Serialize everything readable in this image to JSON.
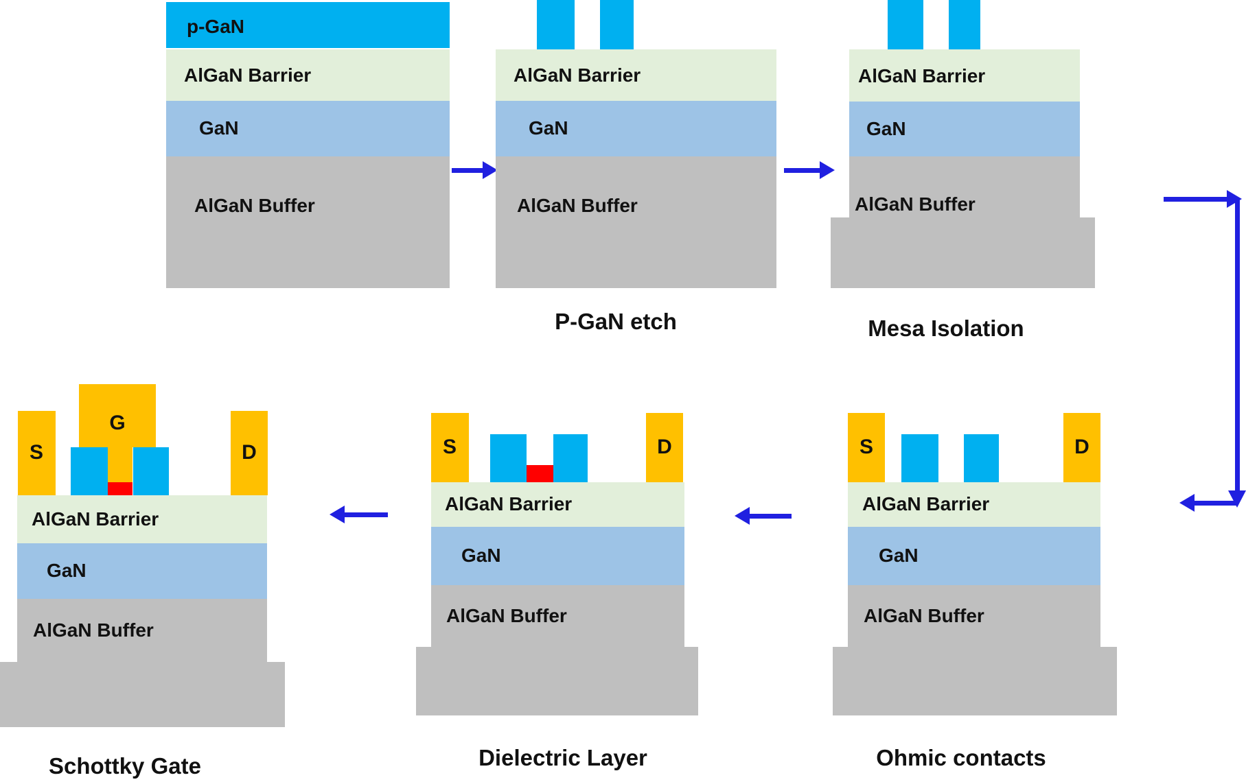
{
  "palette": {
    "pgan_cyan": "#00B0F0",
    "barrier_green": "#E2EFDA",
    "gan_blue": "#9DC3E6",
    "buffer_gray": "#BFBFBF",
    "contact_orange": "#FFC000",
    "dielectric_red": "#FF0000",
    "arrow_blue": "#2020E0"
  },
  "layers": {
    "pgan": "p-GaN",
    "barrier": "AlGaN Barrier",
    "gan": "GaN",
    "buffer": "AlGaN Buffer"
  },
  "contacts": {
    "source": "S",
    "drain": "D",
    "gate": "G"
  },
  "steps": {
    "pgan_etch": "P-GaN etch",
    "mesa_isolation": "Mesa Isolation",
    "ohmic_contacts": "Ohmic contacts",
    "dielectric_layer": "Dielectric Layer",
    "schottky_gate": "Schottky Gate"
  }
}
